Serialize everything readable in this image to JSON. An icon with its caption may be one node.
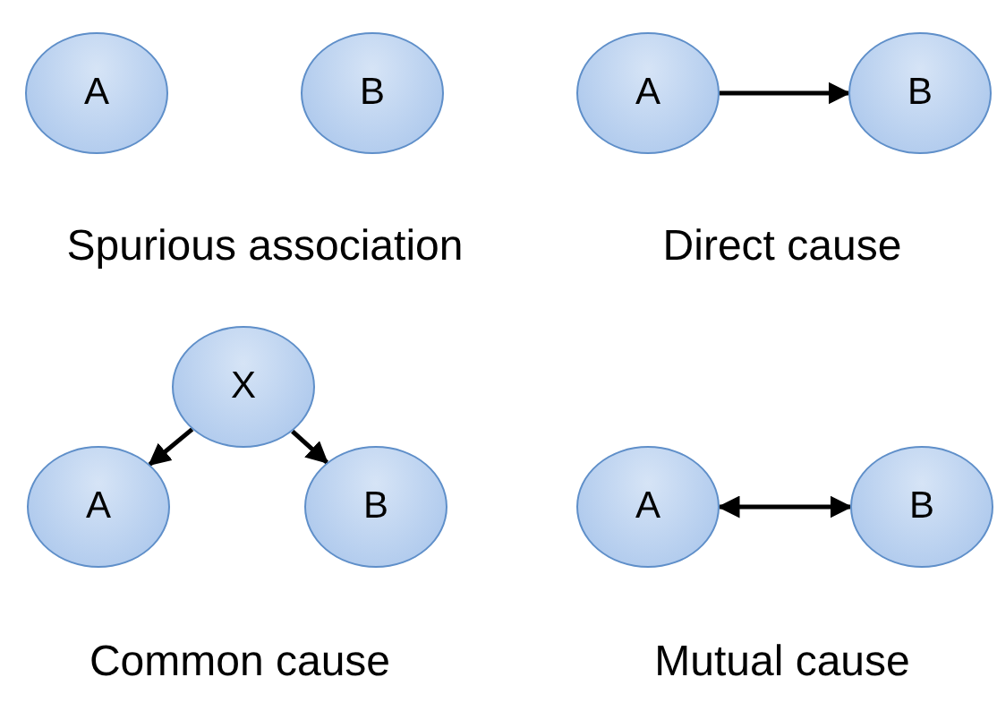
{
  "diagram": {
    "nodes": [
      {
        "text": [
          "A"
        ]
      },
      {
        "text": [
          "B"
        ]
      },
      {
        "text": [
          "A"
        ]
      },
      {
        "text": [
          "B"
        ]
      },
      {
        "text": [
          "X"
        ]
      },
      {
        "text": [
          "A"
        ]
      },
      {
        "text": [
          "B"
        ]
      },
      {
        "text": [
          "A"
        ]
      },
      {
        "text": [
          "B"
        ]
      }
    ],
    "edges": [
      {
        "from": 2,
        "to": 3,
        "arrow": "to"
      },
      {
        "from": 4,
        "to": 5,
        "arrow": "to"
      },
      {
        "from": 4,
        "to": 6,
        "arrow": "to"
      },
      {
        "from": 7,
        "to": 8,
        "arrow": "both"
      }
    ],
    "labels": [
      "Spurious association",
      "Direct cause",
      "Common cause",
      "Mutual cause"
    ]
  }
}
